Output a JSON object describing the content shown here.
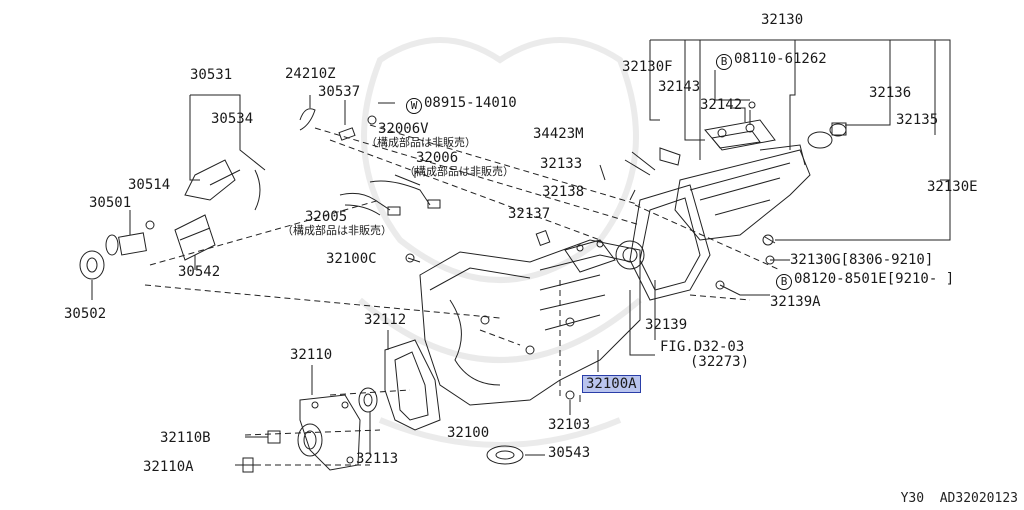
{
  "footer": {
    "model": "Y30",
    "diagram_code": "AD32020123"
  },
  "parts": {
    "p32130": "32130",
    "p32130F": "32130F",
    "p08110_61262": "08110-61262",
    "p32143": "32143",
    "p32142": "32142",
    "p32136": "32136",
    "p32135": "32135",
    "p30531": "30531",
    "p24210Z": "24210Z",
    "p30537": "30537",
    "p08915_14010": "08915-14010",
    "p30534": "30534",
    "p32006V": "32006V",
    "p32006": "32006",
    "p34423M": "34423M",
    "p32133": "32133",
    "p30514": "30514",
    "p30501": "30501",
    "p32138": "32138",
    "p32137": "32137",
    "p32005": "32005",
    "p32130E": "32130E",
    "p32100C": "32100C",
    "p30542": "30542",
    "p32130G": "32130G[8306-9210]",
    "p08120_8501E": "08120-8501E[9210-     ]",
    "p30502": "30502",
    "p32139A": "32139A",
    "p32112": "32112",
    "p32139": "32139",
    "pFIG_D32_03": "FIG.D32-03",
    "p32273": "(32273)",
    "p32110": "32110",
    "p32100A": "32100A",
    "p32110B": "32110B",
    "p32100": "32100",
    "p32103": "32103",
    "p32113": "32113",
    "p32110A": "32110A",
    "p30543": "30543"
  },
  "notes": {
    "not_sold_1": "（構成部品は非販売）",
    "not_sold_2": "（構成部品は非販売）",
    "not_sold_3": "（構成部品は非販売）"
  },
  "markers": {
    "w": "W",
    "b1": "B",
    "b2": "B"
  },
  "highlight": {
    "part": "32100A",
    "color": "#b9c4ee"
  }
}
